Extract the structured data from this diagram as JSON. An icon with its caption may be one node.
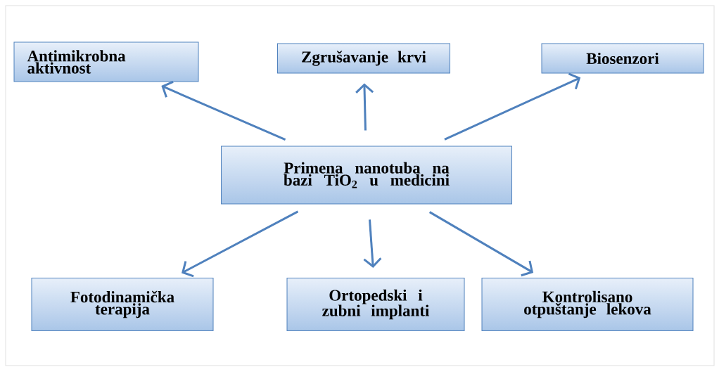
{
  "diagram": {
    "nodes": [
      {
        "text": [
          "Antimikrobna aktivnost"
        ]
      },
      {
        "text": [
          "Zgrušavanje krvi"
        ]
      },
      {
        "text": [
          "Biosenzori"
        ]
      },
      {
        "text": [
          "Primena nanotuba na bazi TiO$_{2}$ u medicini"
        ]
      },
      {
        "text": [
          "Fotodinamička terapija"
        ]
      },
      {
        "text": [
          "Ortopedski i zubni implanti"
        ]
      },
      {
        "text": [
          "Kontrolisano otpuštanje lekova"
        ]
      }
    ],
    "edges": [
      {
        "from": 3,
        "to": 0,
        "arrow": "to"
      },
      {
        "from": 3,
        "to": 1,
        "arrow": "to"
      },
      {
        "from": 3,
        "to": 2,
        "arrow": "to"
      },
      {
        "from": 3,
        "to": 4,
        "arrow": "to"
      },
      {
        "from": 3,
        "to": 5,
        "arrow": "to"
      },
      {
        "from": 3,
        "to": 6,
        "arrow": "to"
      }
    ]
  }
}
